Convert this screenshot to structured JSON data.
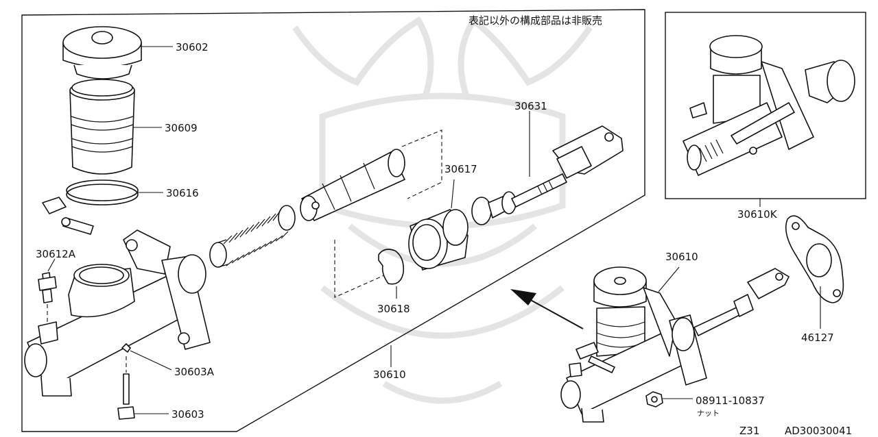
{
  "note": "表記以外の構成部品は非販売",
  "labels": {
    "p30602": "30602",
    "p30609": "30609",
    "p30616": "30616",
    "p30612A": "30612A",
    "p30603A": "30603A",
    "p30603": "30603",
    "p30610_main": "30610",
    "p30618": "30618",
    "p30617": "30617",
    "p30631": "30631",
    "p30610K": "30610K",
    "p30610_assy": "30610",
    "p46127": "46127",
    "p08911": "08911-10837",
    "p08911_sub": "ナット"
  },
  "footer": {
    "model": "Z31",
    "code": "AD30030041"
  }
}
